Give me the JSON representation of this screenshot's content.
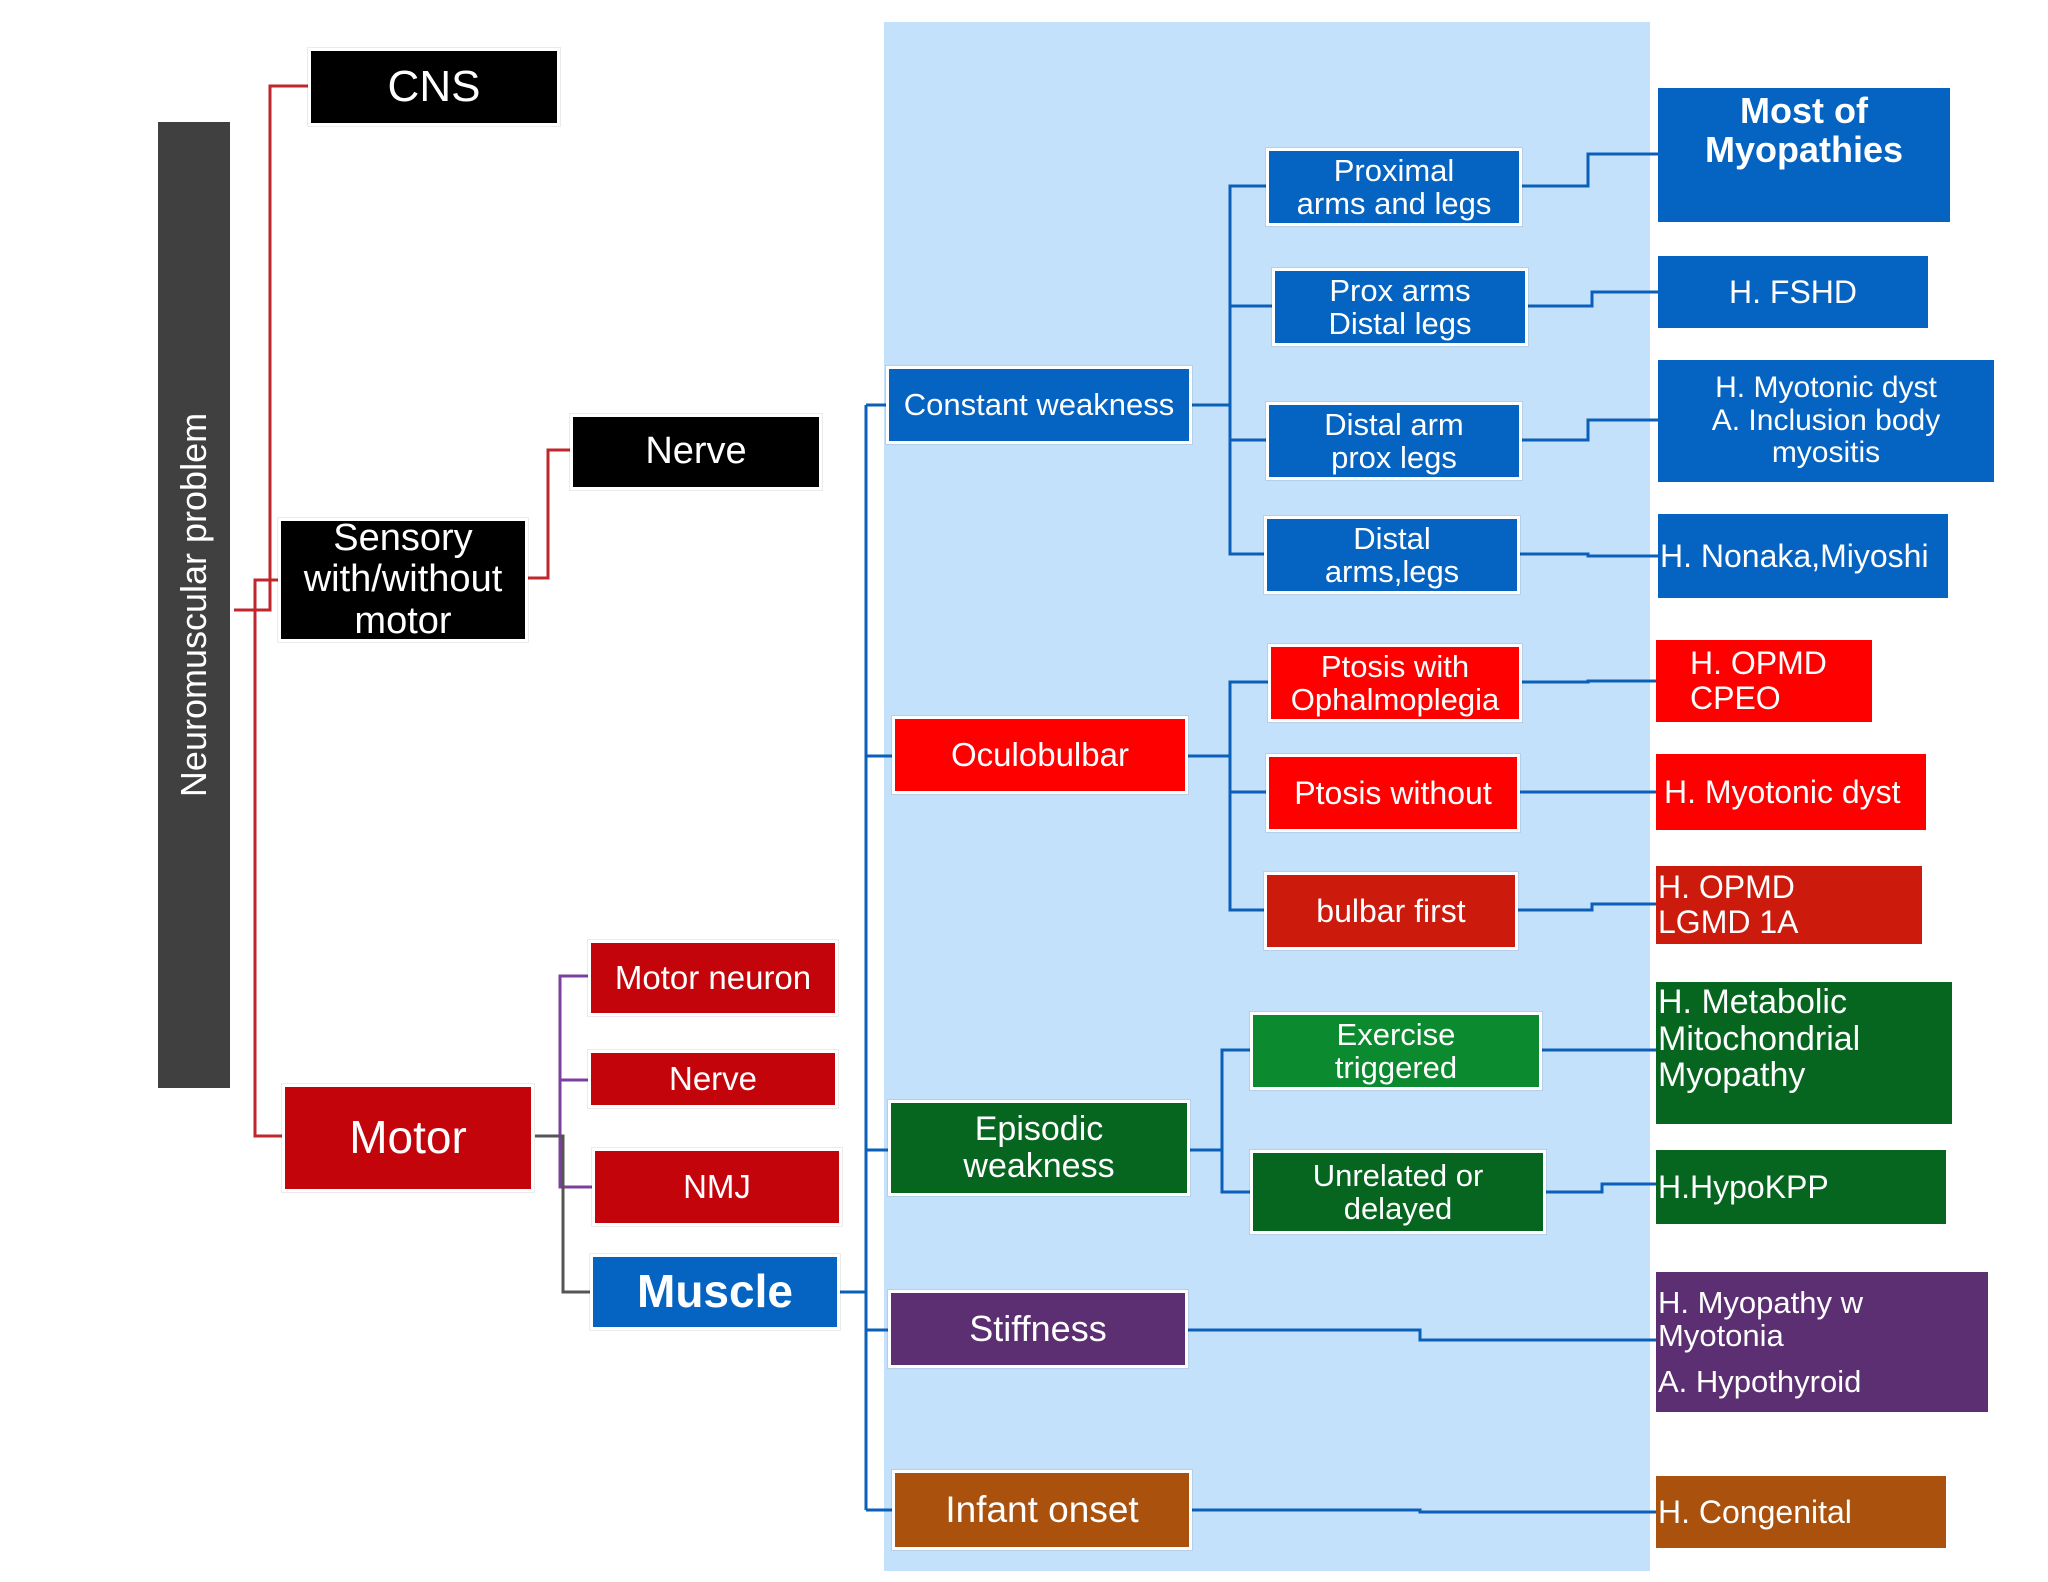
{
  "root_label": "Neuromuscular problem",
  "level1": {
    "cns": "CNS",
    "sensory": "Sensory\nwith/without\nmotor",
    "motor": "Motor"
  },
  "sensory_children": {
    "nerve": "Nerve"
  },
  "motor_children": {
    "motor_neuron": "Motor neuron",
    "nerve": "Nerve",
    "nmj": "NMJ",
    "muscle": "Muscle"
  },
  "patterns": {
    "constant": "Constant weakness",
    "oculobulbar": "Oculobulbar",
    "episodic": "Episodic\nweakness",
    "stiffness": "Stiffness",
    "infant": "Infant onset"
  },
  "distributions": {
    "proximal": "Proximal\narms and legs",
    "prox_arms": "Prox arms\nDistal legs",
    "distal_arm": "Distal arm\nprox  legs",
    "distal": "Distal\narms,legs",
    "ptosis_with": "Ptosis with\nOphalmoplegia",
    "ptosis_without": "Ptosis without",
    "bulbar": "bulbar first",
    "exercise": "Exercise\ntriggered",
    "unrelated": "Unrelated or\ndelayed"
  },
  "outcomes": {
    "most": "Most  of\nMyopathies",
    "fshd": "H. FSHD",
    "myotonic_inclusion": "H. Myotonic dyst\nA. Inclusion body\nmyositis",
    "nonaka": "H. Nonaka,Miyoshi",
    "opmd_cpeo": "H. OPMD\n    CPEO",
    "myotonic": "H. Myotonic dyst",
    "opmd_lgmd": "H. OPMD\n    LGMD 1A",
    "metabolic": " H. Metabolic\n      Mitochondrial\n      Myopathy",
    "hypokpp": "H.HypoKPP",
    "myopathy_myotonia": "H. Myopathy w\n    Myotonia",
    "hypothyroid": "A. Hypothyroid",
    "congenital": "H. Congenital"
  },
  "colors": {
    "panel": "#c4e1fb",
    "red_line": "#c0272d",
    "blue_line": "#0a5fb8",
    "purple_line": "#7b3fa0",
    "gray_line": "#555555"
  }
}
